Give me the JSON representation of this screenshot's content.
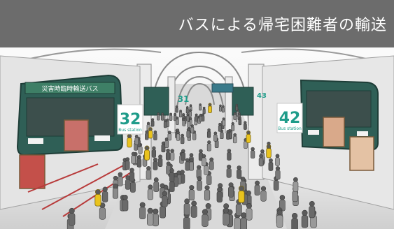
{
  "title": "バスによる帰宅困難者の輸送",
  "colors": {
    "title_bg": "#5f5f5f",
    "title_text": "#ffffff",
    "bus_body": "#2f5f56",
    "bus_sign": "#3e7f66",
    "bay_number": "#1f9c8a",
    "staff_vest": "#e9c31d",
    "crowd": "#6f6f6f",
    "barrier": "#b83b3b"
  },
  "signs": {
    "left_bus_destination": "災害時臨時輸送バス",
    "bay_left_number": "32",
    "bay_left_caption": "Bus station",
    "bay_right_number": "42",
    "bay_right_caption": "Bus station",
    "bay_far_left_number": "31",
    "bay_far_right_number": "43"
  },
  "icons": {
    "bus_left": "bus-icon",
    "bus_right": "bus-icon",
    "staff": "person-icon"
  }
}
